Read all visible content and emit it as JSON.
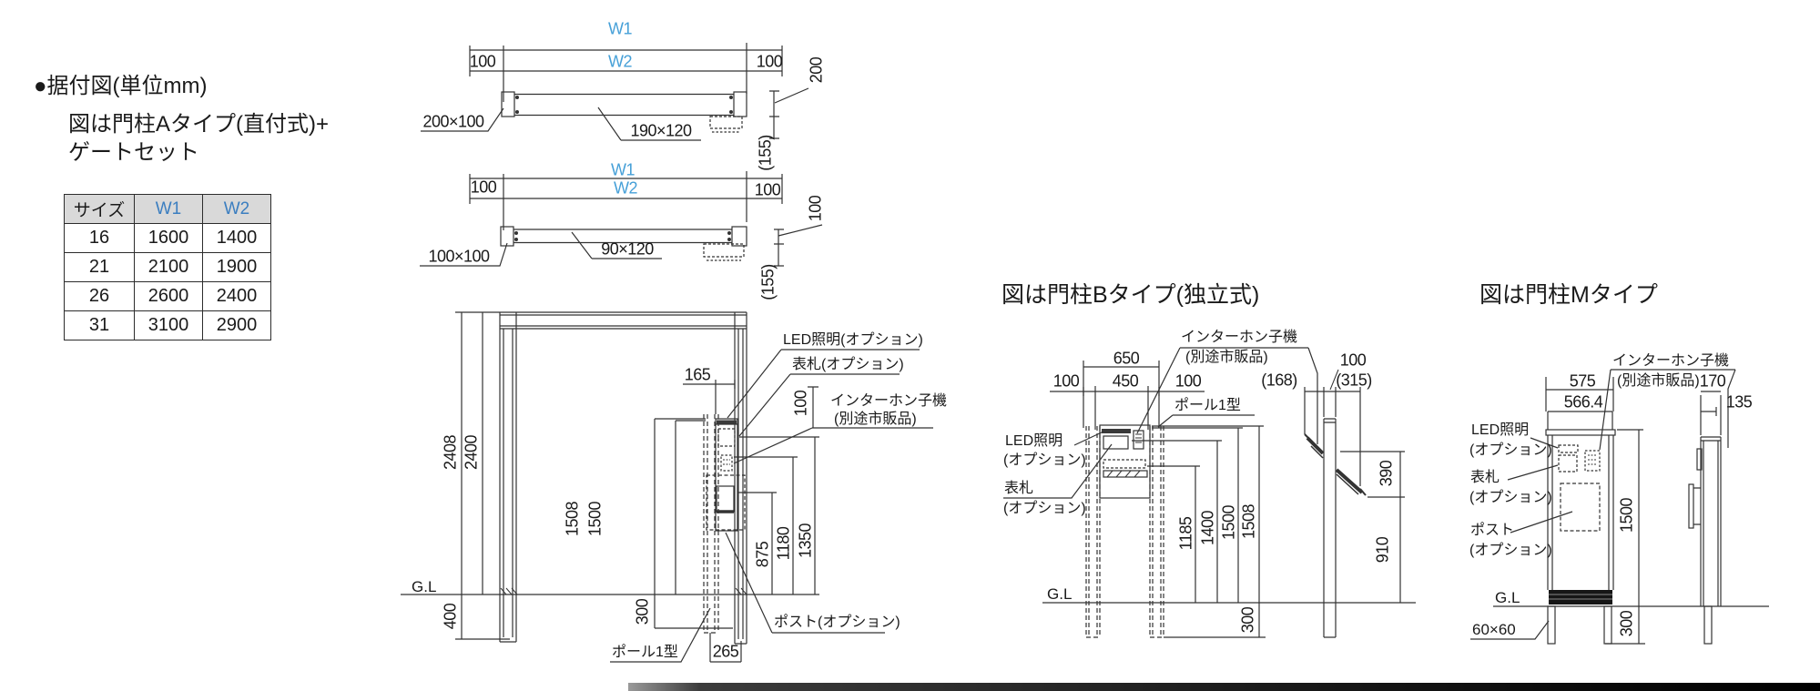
{
  "page": {
    "title": "●据付図(単位mm)",
    "subtitle1": "図は門柱Aタイプ(直付式)+",
    "subtitle2": "ゲートセット"
  },
  "table": {
    "col_size": "サイズ",
    "col_w1": "W1",
    "col_w2": "W2",
    "rows": [
      [
        "16",
        "1600",
        "1400"
      ],
      [
        "21",
        "2100",
        "1900"
      ],
      [
        "26",
        "2600",
        "2400"
      ],
      [
        "31",
        "3100",
        "2900"
      ]
    ]
  },
  "colors": {
    "accent_blue": "#46a0d8",
    "table_blue": "#3b7ec0",
    "line": "#333333"
  },
  "plan1": {
    "w1": "W1",
    "w2": "W2",
    "dim_left": "100",
    "dim_right": "100",
    "post_size": "200×100",
    "beam_size": "190×120",
    "depth": "200",
    "offset": "(155)"
  },
  "plan2": {
    "w1": "W1",
    "w2": "W2",
    "dim_left": "100",
    "dim_right": "100",
    "post_size": "100×100",
    "beam_size": "90×120",
    "depth": "100",
    "offset": "(155)"
  },
  "a": {
    "led": "LED照明(オプション)",
    "nameplate": "表札(オプション)",
    "intercom1": "インターホン子機",
    "intercom2": "(別途市販品)",
    "post_opt": "ポスト(オプション)",
    "pole": "ポール1型",
    "gl": "G.L",
    "d165": "165",
    "d100": "100",
    "d2408": "2408",
    "d2400": "2400",
    "d1508": "1508",
    "d1500": "1500",
    "d875": "875",
    "d1180": "1180",
    "d1350": "1350",
    "d300": "300",
    "d400": "400",
    "d265": "265"
  },
  "b": {
    "title": "図は門柱Bタイプ(独立式)",
    "intercom1": "インターホン子機",
    "intercom2": "(別途市販品)",
    "pole": "ポール1型",
    "led1": "LED照明",
    "led2": "(オプション)",
    "nameplate1": "表札",
    "nameplate2": "(オプション)",
    "gl": "G.L",
    "d650": "650",
    "d100l": "100",
    "d450": "450",
    "d100r": "100",
    "d168": "(168)",
    "d100s": "100",
    "d315": "(315)",
    "d1185": "1185",
    "d1400": "1400",
    "d1500": "1500",
    "d1508": "1508",
    "d300": "300",
    "d390": "390",
    "d910": "910"
  },
  "m": {
    "title": "図は門柱Mタイプ",
    "intercom1": "インターホン子機",
    "intercom2": "(別途市販品)",
    "led1": "LED照明",
    "led2": "(オプション)",
    "nameplate1": "表札",
    "nameplate2": "(オプション)",
    "post1": "ポスト",
    "post2": "(オプション)",
    "gl": "G.L",
    "d575": "575",
    "d566": "566.4",
    "d170": "170",
    "d135": "135",
    "d1500": "1500",
    "d300": "300",
    "d60": "60×60"
  }
}
